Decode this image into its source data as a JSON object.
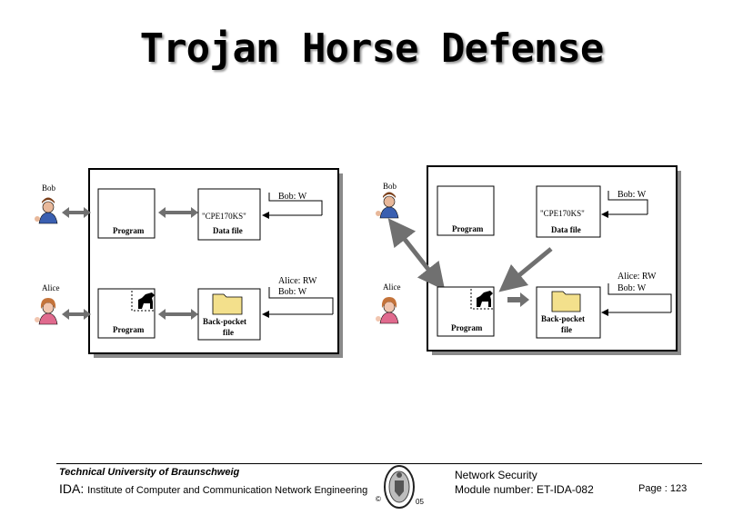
{
  "slide": {
    "title": "Trojan Horse Defense"
  },
  "diagram": {
    "left": {
      "bob": "Bob",
      "alice": "Alice",
      "program_top": "Program",
      "data_file_name": "\"CPE170KS\"",
      "data_file_label": "Data file",
      "acl_top": "Bob: W",
      "program_bottom": "Program",
      "backpocket_line1": "Back-pocket",
      "backpocket_line2": "file",
      "acl_bottom_1": "Alice: RW",
      "acl_bottom_2": "Bob: W"
    },
    "right": {
      "bob": "Bob",
      "alice": "Alice",
      "program_top": "Program",
      "data_file_name": "\"CPE170KS\"",
      "data_file_label": "Data file",
      "acl_top": "Bob: W",
      "program_bottom": "Program",
      "backpocket_line1": "Back-pocket",
      "backpocket_line2": "file",
      "acl_bottom_1": "Alice: RW",
      "acl_bottom_2": "Bob: W"
    }
  },
  "footer": {
    "university": "Technical University of Braunschweig",
    "ida_abbr": "IDA:",
    "ida_full": "Institute of Computer and Communication Network Engineering",
    "copyright": "©",
    "year": "05",
    "course_line1": "Network Security",
    "course_line2": "Module number: ET-IDA-082",
    "page": "Page : 123"
  }
}
